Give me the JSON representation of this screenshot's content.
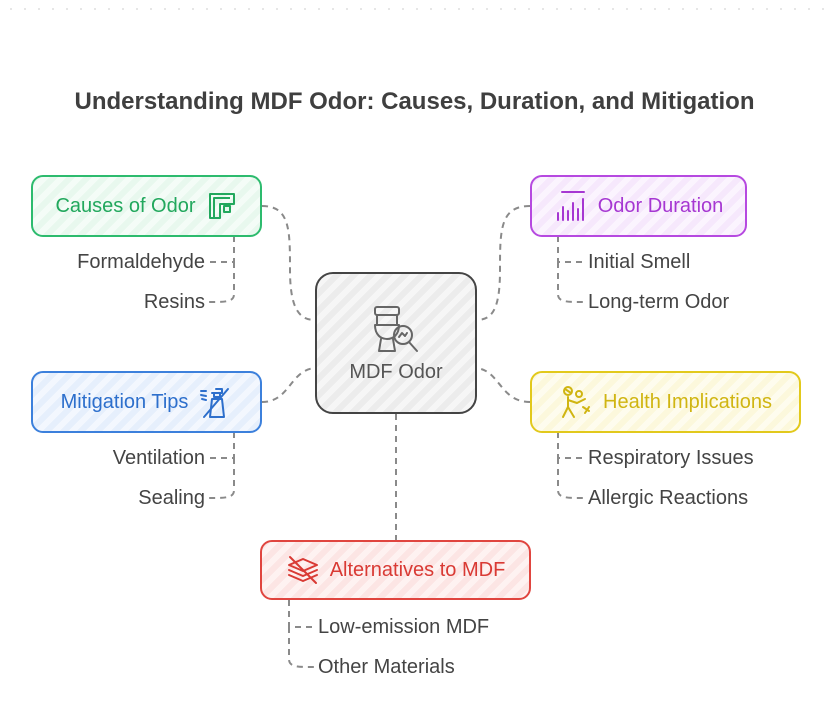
{
  "title": "Understanding MDF Odor: Causes, Duration, and Mitigation",
  "center": {
    "label": "MDF Odor",
    "icon": "toilet-magnifier-icon"
  },
  "colors": {
    "green": "#2dbb6e",
    "purple": "#b649e0",
    "blue": "#3c80dc",
    "yellow": "#e2c91c",
    "red": "#e0453f",
    "center": "#444444"
  },
  "branches": {
    "causes": {
      "label": "Causes of Odor",
      "icon": "pipe-icon",
      "items": [
        "Formaldehyde",
        "Resins"
      ]
    },
    "duration": {
      "label": "Odor Duration",
      "icon": "bar-chart-icon",
      "items": [
        "Initial Smell",
        "Long-term Odor"
      ]
    },
    "mitigation": {
      "label": "Mitigation Tips",
      "icon": "spray-bottle-icon",
      "items": [
        "Ventilation",
        "Sealing"
      ]
    },
    "health": {
      "label": "Health Implications",
      "icon": "sick-person-icon",
      "items": [
        "Respiratory Issues",
        "Allergic Reactions"
      ]
    },
    "alternatives": {
      "label": "Alternatives to MDF",
      "icon": "layers-crossed-icon",
      "items": [
        "Low-emission MDF",
        "Other Materials"
      ]
    }
  }
}
